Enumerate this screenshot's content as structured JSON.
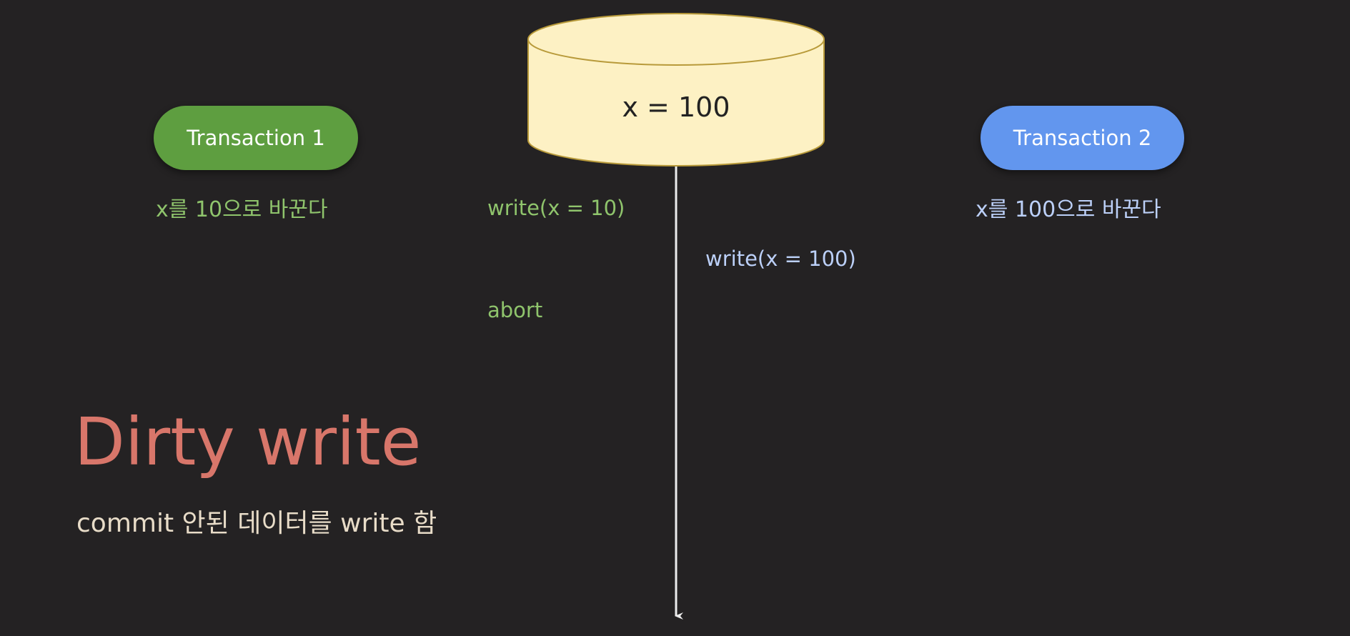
{
  "database": {
    "label": "x = 100",
    "fill_color": "#fdf1c4",
    "stroke_color": "#b89a3a"
  },
  "transaction1": {
    "label": "Transaction 1",
    "description": "x를 10으로 바꾼다",
    "color": "#5e9e40",
    "text_color": "#8fc46c"
  },
  "transaction2": {
    "label": "Transaction 2",
    "description": "x를 100으로 바꾼다",
    "color": "#6296ee",
    "text_color": "#bcd0f8"
  },
  "operations": [
    {
      "actor": "Transaction 1",
      "text": "write(x = 10)"
    },
    {
      "actor": "Transaction 2",
      "text": "write(x = 100)"
    },
    {
      "actor": "Transaction 1",
      "text": "abort"
    }
  ],
  "title": "Dirty write",
  "subtitle": "commit 안된 데이터를 write 함"
}
